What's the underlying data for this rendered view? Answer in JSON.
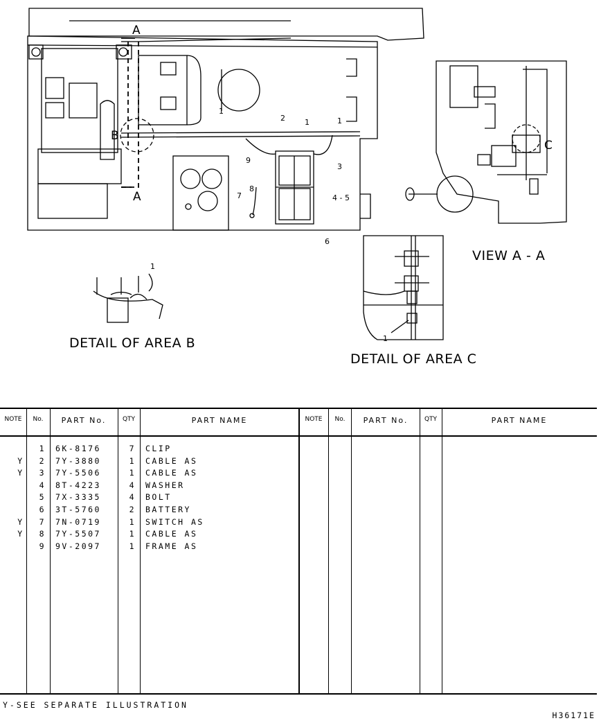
{
  "labels": {
    "view_aa": "VIEW A - A",
    "detail_b": "DETAIL OF AREA B",
    "detail_c": "DETAIL OF AREA C",
    "section_a": "A",
    "section_b": "B",
    "section_c": "C"
  },
  "callouts": {
    "c1": "1",
    "c2": "2",
    "c3": "3",
    "c45": "4 - 5",
    "c6": "6",
    "c7": "7",
    "c8": "8",
    "c9": "9"
  },
  "table": {
    "headers": {
      "note": "NOTE",
      "no": "No.",
      "part_no": "PART No.",
      "qty": "QTY",
      "part_name": "PART NAME"
    },
    "rows": [
      {
        "note": "",
        "no": "1",
        "part_no": "6K-8176",
        "qty": "7",
        "name": "CLIP"
      },
      {
        "note": "Y",
        "no": "2",
        "part_no": "7Y-3880",
        "qty": "1",
        "name": "CABLE AS"
      },
      {
        "note": "Y",
        "no": "3",
        "part_no": "7Y-5506",
        "qty": "1",
        "name": "CABLE AS"
      },
      {
        "note": "",
        "no": "4",
        "part_no": "8T-4223",
        "qty": "4",
        "name": "WASHER"
      },
      {
        "note": "",
        "no": "5",
        "part_no": "7X-3335",
        "qty": "4",
        "name": "BOLT"
      },
      {
        "note": "",
        "no": "6",
        "part_no": "3T-5760",
        "qty": "2",
        "name": "BATTERY"
      },
      {
        "note": "Y",
        "no": "7",
        "part_no": "7N-0719",
        "qty": "1",
        "name": "SWITCH AS"
      },
      {
        "note": "Y",
        "no": "8",
        "part_no": "7Y-5507",
        "qty": "1",
        "name": "CABLE AS"
      },
      {
        "note": "",
        "no": "9",
        "part_no": "9V-2097",
        "qty": "1",
        "name": "FRAME AS"
      }
    ]
  },
  "footnote": "Y-SEE SEPARATE ILLUSTRATION",
  "illustration_number": "H36171E"
}
